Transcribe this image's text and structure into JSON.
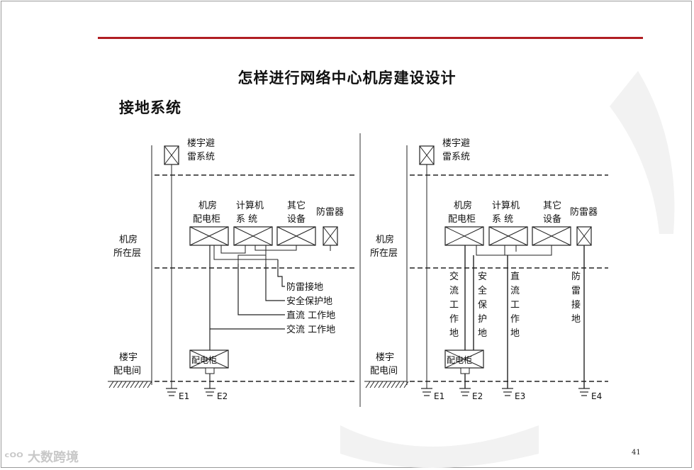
{
  "slide": {
    "title": "怎样进行网络中心机房建设设计",
    "subtitle": "接地系统",
    "page_number": "41",
    "watermark": "大数跨境",
    "accent_color": "#b01e23"
  },
  "left_diagram": {
    "lightning_system": [
      "楼宇避",
      "雷系统"
    ],
    "row_labels": {
      "machine_room_floor": [
        "机房",
        "所在层"
      ],
      "building_distribution_room": [
        "楼宇",
        "配电间"
      ]
    },
    "cabinets": {
      "power_cabinet": [
        "机房",
        "配电柜"
      ],
      "computer_system": [
        "计算机",
        "系  统"
      ],
      "other_equipment": [
        "其它",
        "设备"
      ],
      "arrester": "防雷器"
    },
    "ground_lines": [
      "防雷接地",
      "安全保护地",
      "直流 工作地",
      "交流 工作地"
    ],
    "distribution_box": "配电柜",
    "ground_electrodes": [
      "E1",
      "E2"
    ]
  },
  "right_diagram": {
    "lightning_system": [
      "楼宇避",
      "雷系统"
    ],
    "row_labels": {
      "machine_room_floor": [
        "机房",
        "所在层"
      ],
      "building_distribution_room": [
        "楼宇",
        "配电间"
      ]
    },
    "cabinets": {
      "power_cabinet": [
        "机房",
        "配电柜"
      ],
      "computer_system": [
        "计算机",
        "系  统"
      ],
      "other_equipment": [
        "其它",
        "设备"
      ],
      "arrester": "防雷器"
    },
    "vertical_ground_labels": [
      "交流工作地",
      "安全保护地",
      "直流工作地",
      "防雷接地"
    ],
    "distribution_box": "配电柜",
    "ground_electrodes": [
      "E1",
      "E2",
      "E3",
      "E4"
    ]
  }
}
